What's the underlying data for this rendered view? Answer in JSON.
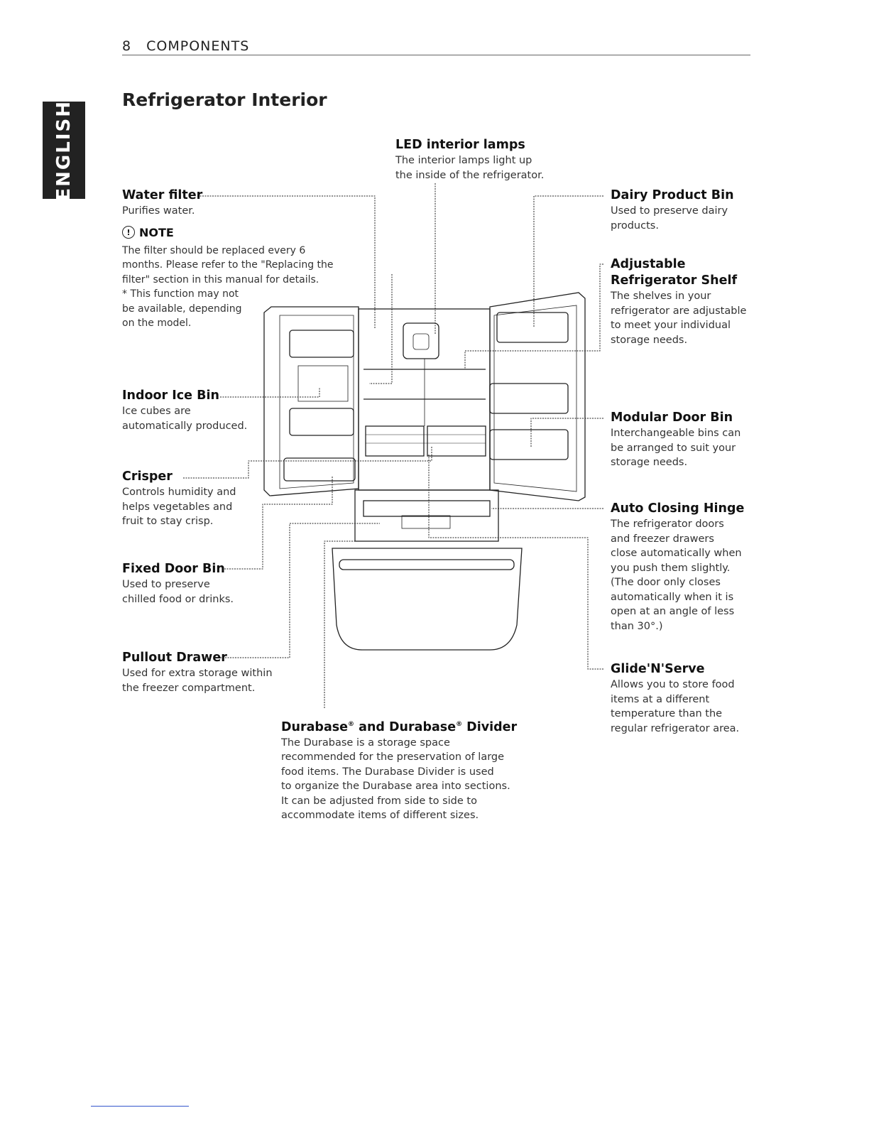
{
  "header": {
    "page_number": "8",
    "section": "COMPONENTS"
  },
  "side_tab": "ENGLISH",
  "title": "Refrigerator Interior",
  "callouts": {
    "led": {
      "label": "LED interior lamps",
      "desc": "The interior lamps light up\nthe inside of the refrigerator."
    },
    "water_filter": {
      "label": "Water filter",
      "desc": "Purifies water."
    },
    "note": {
      "title": "NOTE",
      "icon": "!",
      "text": "The filter should be replaced every 6\nmonths. Please refer to the \"Replacing the\nfilter\" section in this manual for details.\n* This function may not\n  be available, depending\n  on the model."
    },
    "ice_bin": {
      "label": "Indoor Ice Bin",
      "desc": "Ice cubes are\nautomatically produced."
    },
    "crisper": {
      "label": "Crisper",
      "desc": "Controls humidity and\nhelps vegetables and\nfruit to stay crisp."
    },
    "fixed_bin": {
      "label": "Fixed Door Bin",
      "desc": "Used to preserve\nchilled food or drinks."
    },
    "pullout": {
      "label": "Pullout Drawer",
      "desc": "Used for extra storage within\nthe freezer compartment."
    },
    "durabase": {
      "label_a": "Durabase",
      "label_b": " and Durabase",
      "label_c": " Divider",
      "reg": "®",
      "desc": "The Durabase is a storage space\nrecommended for the preservation of large\nfood items. The Durabase Divider is used\nto organize the Durabase area into sections.\nIt can be adjusted from side to side to\naccommodate items of different sizes."
    },
    "dairy": {
      "label": "Dairy Product Bin",
      "desc": "Used to preserve dairy\nproducts."
    },
    "shelf": {
      "label": "Adjustable\nRefrigerator Shelf",
      "desc": "The shelves in your\nrefrigerator are adjustable\nto meet your individual\nstorage needs."
    },
    "modular": {
      "label": "Modular Door Bin",
      "desc": "Interchangeable bins can\nbe arranged to suit your\nstorage needs."
    },
    "hinge": {
      "label": "Auto Closing Hinge",
      "desc": "The refrigerator doors\nand freezer drawers\nclose automatically when\nyou push them slightly.\n(The door only closes\nautomatically when it is\nopen at an angle of less\nthan 30°.)"
    },
    "glide": {
      "label": "Glide'N'Serve",
      "desc": "Allows you to store food\nitems at a different\ntemperature than the\nregular refrigerator area."
    }
  },
  "colors": {
    "text": "#222222",
    "tab_bg": "#222222",
    "footer_rule": "#3355cc"
  },
  "icons": [
    "note-icon",
    "refrigerator-illustration"
  ]
}
